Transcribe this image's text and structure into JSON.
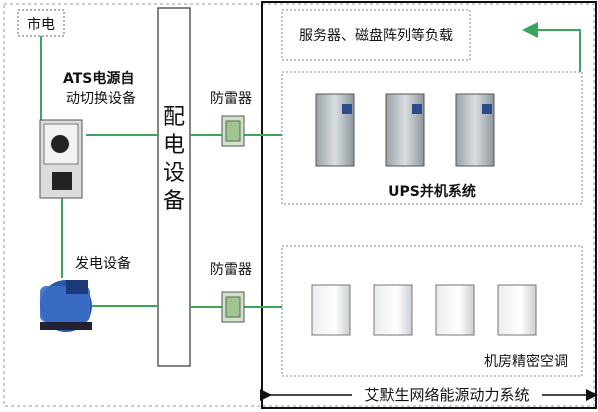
{
  "mains": {
    "label": "市电"
  },
  "ats": {
    "label_line1": "ATS电源自",
    "label_line2": "动切换设备"
  },
  "generator": {
    "label": "发电设备"
  },
  "distribution": {
    "label": [
      "配",
      "电",
      "设",
      "备"
    ]
  },
  "surge_top": {
    "label": "防雷器"
  },
  "surge_bottom": {
    "label": "防雷器"
  },
  "servers": {
    "label": "服务器、磁盘阵列等负载"
  },
  "ups": {
    "label": "UPS并机系统"
  },
  "ac": {
    "label": "机房精密空调"
  },
  "system": {
    "label": "艾默生网络能源动力系统"
  },
  "colors": {
    "line_green": "#3aa65a",
    "frame_black": "#111111",
    "dashed_gray": "#9a9a9a"
  }
}
